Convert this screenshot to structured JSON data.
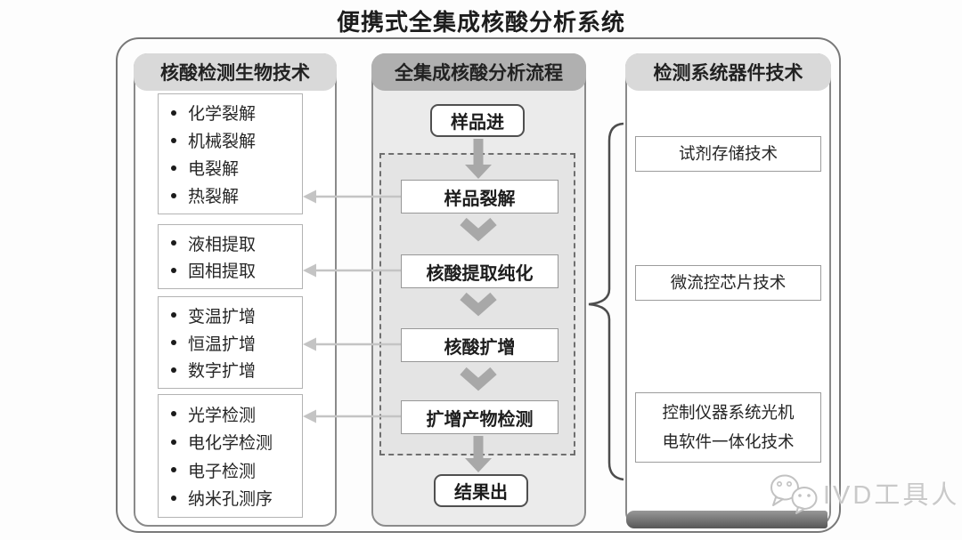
{
  "title": "便携式全集成核酸分析系统",
  "left_panel": {
    "header": "核酸检测生物技术",
    "groups": [
      {
        "items": [
          "化学裂解",
          "机械裂解",
          "电裂解",
          "热裂解"
        ]
      },
      {
        "items": [
          "液相提取",
          "固相提取"
        ]
      },
      {
        "items": [
          "变温扩增",
          "恒温扩增",
          "数字扩增"
        ]
      },
      {
        "items": [
          "光学检测",
          "电化学检测",
          "电子检测",
          "纳米孔测序"
        ]
      }
    ]
  },
  "center_panel": {
    "header": "全集成核酸分析流程",
    "input_label": "样品进",
    "steps": [
      "样品裂解",
      "核酸提取纯化",
      "核酸扩增",
      "扩增产物检测"
    ],
    "output_label": "结果出"
  },
  "right_panel": {
    "header": "检测系统器件技术",
    "items": [
      "试剂存储技术",
      "微流控芯片技术",
      "控制仪器系统光机\n电软件一体化技术"
    ]
  },
  "watermark": {
    "icon": "wechat-bubbles-icon",
    "text": "IVD工具人"
  },
  "colors": {
    "header_light": "#d9d9d9",
    "header_dark": "#b0b0b0",
    "center_panel_fill": "#ebebeb",
    "dashed_box_fill": "#e4e4e4",
    "panel_border": "#8a8a8a",
    "connector_arrow": "#c4c4c4",
    "flow_arrow": "#a8a8a8",
    "brace": "#4d4d4d",
    "watermark_gray": "#c9c9c9"
  }
}
